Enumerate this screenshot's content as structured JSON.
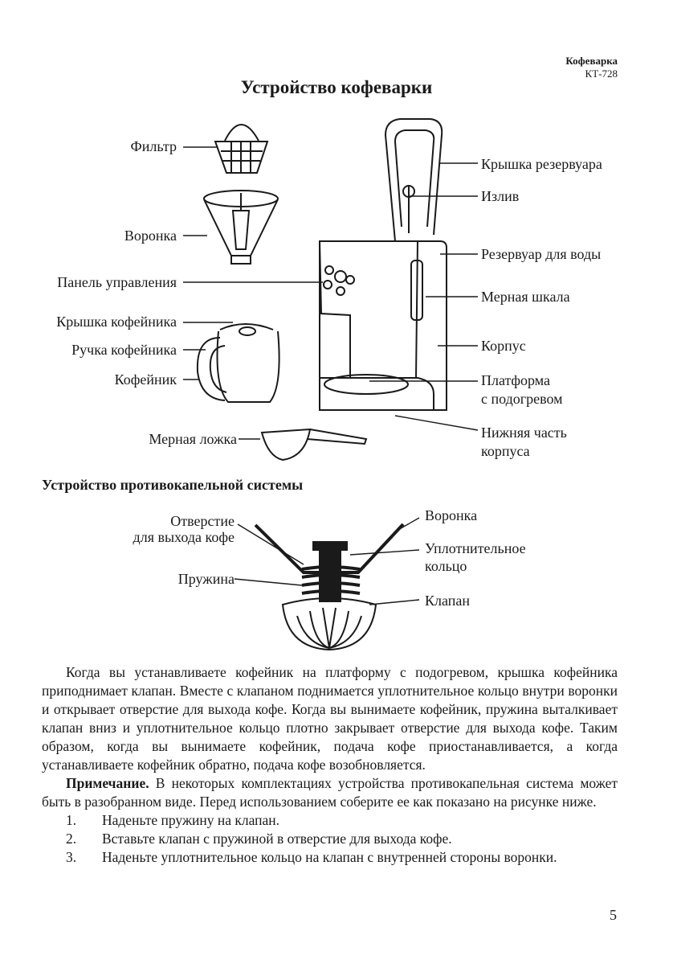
{
  "header": {
    "brand": "Кофеварка",
    "model": "КТ-728"
  },
  "title": "Устройство кофеварки",
  "labels_left": {
    "filter": "Фильтр",
    "funnel": "Воронка",
    "control_panel": "Панель управления",
    "carafe_lid": "Крышка кофейника",
    "carafe_handle": "Ручка кофейника",
    "carafe": "Кофейник",
    "measuring_spoon": "Мерная ложка"
  },
  "labels_right": {
    "reservoir_lid": "Крышка резервуара",
    "spout": "Излив",
    "water_reservoir": "Резервуар для воды",
    "level_scale": "Мерная шкала",
    "body": "Корпус",
    "warming_plate_1": "Платформа",
    "warming_plate_2": "с подогревом",
    "base_1": "Нижняя часть",
    "base_2": "корпуса"
  },
  "drip_section": {
    "title": "Устройство противокапельной системы",
    "outlet_1": "Отверстие",
    "outlet_2": "для выхода кофе",
    "spring": "Пружина",
    "funnel": "Воронка",
    "seal_1": "Уплотнительное",
    "seal_2": "кольцо",
    "valve": "Клапан"
  },
  "text": {
    "para1": "Когда вы устанавливаете кофейник на платформу с подогревом, крышка кофейника приподнимает клапан. Вместе с клапаном поднимается уплотнительное кольцо внутри воронки и открывает отверстие для выхода кофе. Когда вы вынимаете кофейник, пружина выталкивает клапан вниз и уплотнительное кольцо плотно закрывает отверстие для выхода кофе. Таким образом, когда вы вынимаете кофейник, подача кофе приостанавливается, а когда устанавливаете кофейник обратно, подача кофе возобновляется.",
    "note_label": "Примечание.",
    "note_body": " В некоторых комплектациях устройства противокапельная система может быть в разобранном виде. Перед использованием соберите ее как показано на рисунке ниже.",
    "steps": [
      {
        "num": "1.",
        "text": "Наденьте пружину на клапан."
      },
      {
        "num": "2.",
        "text": "Вставьте клапан с пружиной в отверстие для выхода кофе."
      },
      {
        "num": "3.",
        "text": "Наденьте уплотнительное кольцо на клапан с внутренней стороны воронки."
      }
    ]
  },
  "page_number": "5"
}
